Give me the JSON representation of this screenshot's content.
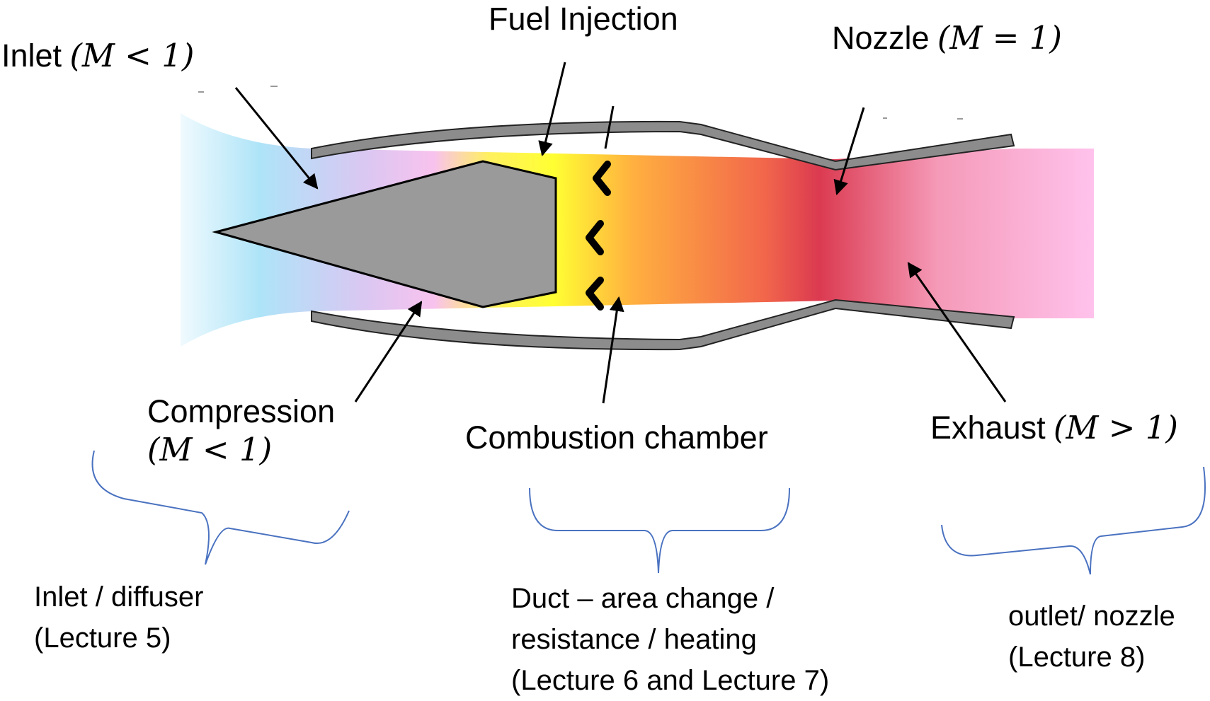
{
  "labels": {
    "inlet": {
      "text": "Inlet",
      "math": "(M < 1)"
    },
    "fuel_injection": {
      "text": "Fuel Injection"
    },
    "nozzle": {
      "text": "Nozzle",
      "math": "(M = 1)"
    },
    "compression": {
      "text": "Compression",
      "math": "(M < 1)"
    },
    "combustion_chamber": {
      "text": "Combustion chamber"
    },
    "exhaust": {
      "text": "Exhaust",
      "math": "(M > 1)"
    }
  },
  "sections": {
    "inlet_diffuser": {
      "line1": "Inlet / diffuser",
      "line2": "(Lecture 5)"
    },
    "duct": {
      "line1": "Duct – area change /",
      "line2": "resistance / heating",
      "line3": "(Lecture 6 and Lecture 7)"
    },
    "outlet_nozzle": {
      "line1": "outlet/ nozzle",
      "line2": "(Lecture 8)"
    }
  },
  "colors": {
    "brace": "#4a72c0",
    "casing": "#8c8c8c",
    "center_body": "#9a9a9a",
    "inlet_flow": "#aee4f8",
    "compression_flow": "#f8c2ee",
    "injection_flow": "#ffff33",
    "combustion_flow": "#ffae40",
    "throat_flow": "#db3a50",
    "exhaust_flow": "#ffc2ec"
  }
}
